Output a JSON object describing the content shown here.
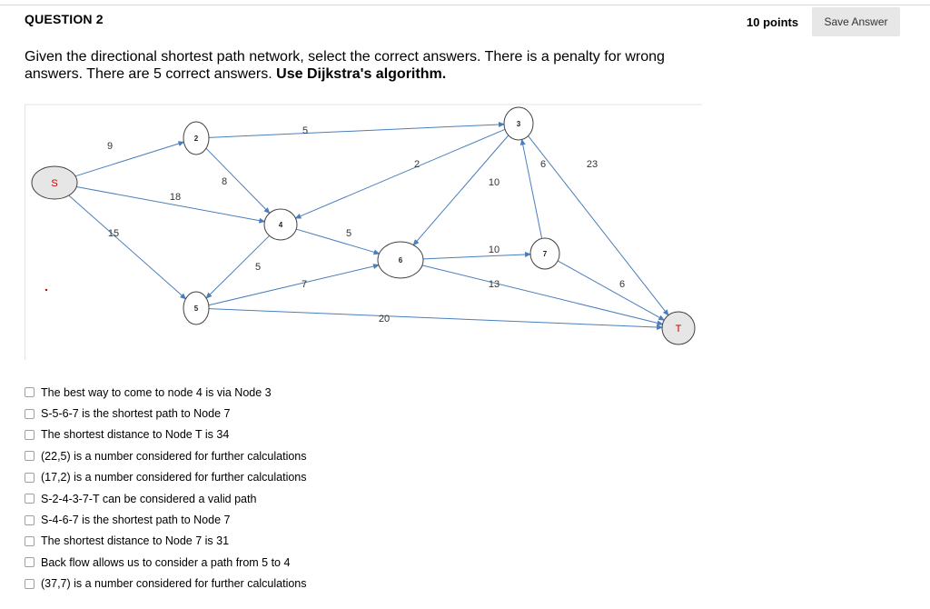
{
  "question": {
    "title": "QUESTION 2",
    "points": "10 points",
    "save_label": "Save Answer",
    "prompt_text": "Given the directional shortest path network, select the correct answers. There is a penalty for wrong answers.   There are 5 correct answers. ",
    "prompt_bold": "Use Dijkstra's algorithm."
  },
  "network": {
    "nodes": [
      "S",
      "2",
      "3",
      "4",
      "5",
      "6",
      "7",
      "T"
    ],
    "edges": [
      {
        "from": "S",
        "to": "2",
        "weight": "9"
      },
      {
        "from": "S",
        "to": "4",
        "weight": "18"
      },
      {
        "from": "S",
        "to": "5",
        "weight": "15"
      },
      {
        "from": "2",
        "to": "3",
        "weight": "5"
      },
      {
        "from": "2",
        "to": "4",
        "weight": "8"
      },
      {
        "from": "3",
        "to": "4",
        "weight": "2"
      },
      {
        "from": "3",
        "to": "6",
        "weight": "10"
      },
      {
        "from": "3",
        "to": "T",
        "weight": "23"
      },
      {
        "from": "4",
        "to": "5",
        "weight": "5"
      },
      {
        "from": "4",
        "to": "6",
        "weight": "5"
      },
      {
        "from": "5",
        "to": "6",
        "weight": "7"
      },
      {
        "from": "5",
        "to": "T",
        "weight": "20"
      },
      {
        "from": "6",
        "to": "7",
        "weight": "10"
      },
      {
        "from": "6",
        "to": "T",
        "weight": "13"
      },
      {
        "from": "7",
        "to": "3",
        "weight": "6"
      },
      {
        "from": "7",
        "to": "T",
        "weight": "6"
      }
    ],
    "colors": {
      "edge": "#4a7ebb",
      "source_text": "#c00000",
      "terminal_text": "#c00000",
      "node_stroke": "#404040",
      "node_fill": "#ffffff",
      "endpoint_fill": "#e6e6e6"
    }
  },
  "options": [
    "The best way to come to node 4 is via Node 3",
    "S-5-6-7 is the shortest path to Node 7",
    "The shortest distance to Node T is 34",
    "(22,5) is a number considered for further calculations",
    "(17,2) is a number considered for further calculations",
    "S-2-4-3-7-T can be considered a valid path",
    "S-4-6-7 is the shortest path to Node 7",
    "The shortest distance to Node 7 is 31",
    "Back flow allows us to consider a path from 5 to 4",
    "(37,7) is a number considered for further calculations"
  ]
}
